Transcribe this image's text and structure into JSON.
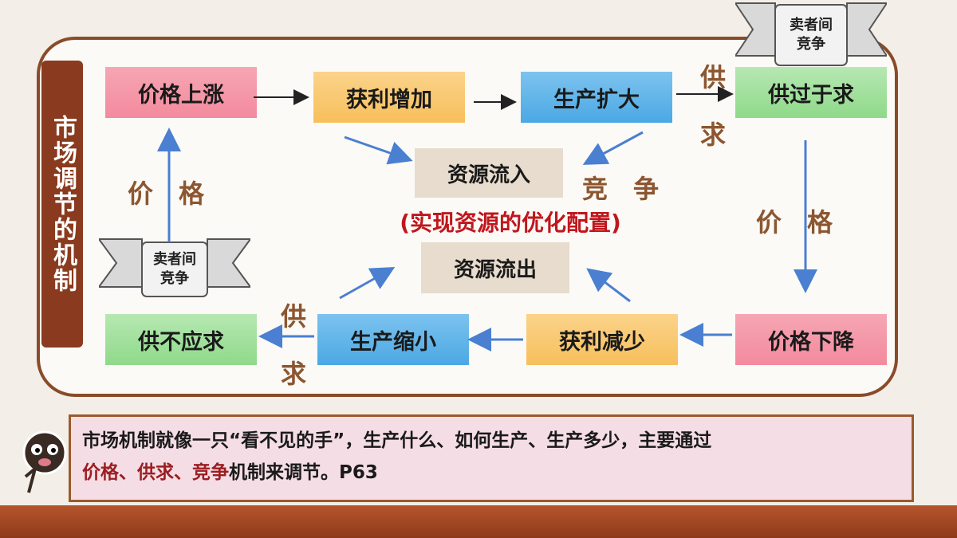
{
  "side_title": "市场调节的机制",
  "boxes": {
    "price_up": "价格上涨",
    "profit_up": "获利增加",
    "production_up": "生产扩大",
    "oversupply": "供过于求",
    "resource_in": "资源流入",
    "resource_out": "资源流出",
    "price_down": "价格下降",
    "profit_down": "获利减少",
    "production_down": "生产缩小",
    "undersupply": "供不应求"
  },
  "center_note": "(实现资源的优化配置)",
  "labels": {
    "price_left": "价　格",
    "price_right": "价　格",
    "competition": "竞　争",
    "supply_top": "供",
    "demand_top": "求",
    "supply_bottom": "供",
    "demand_bottom": "求"
  },
  "banners": {
    "top": "卖者间\n竞争",
    "left": "卖者间\n竞争"
  },
  "note": {
    "line1": "市场机制就像一只“看不见的手”，生产什么、如何生产、生产多少，主要通过",
    "hl1": "价格、供求、竞争",
    "rest": "机制来调节。P63"
  },
  "colors": {
    "arrow": "#4a7fd1",
    "accent_brown": "#8a3a1e",
    "highlight_red": "#c0161d"
  }
}
